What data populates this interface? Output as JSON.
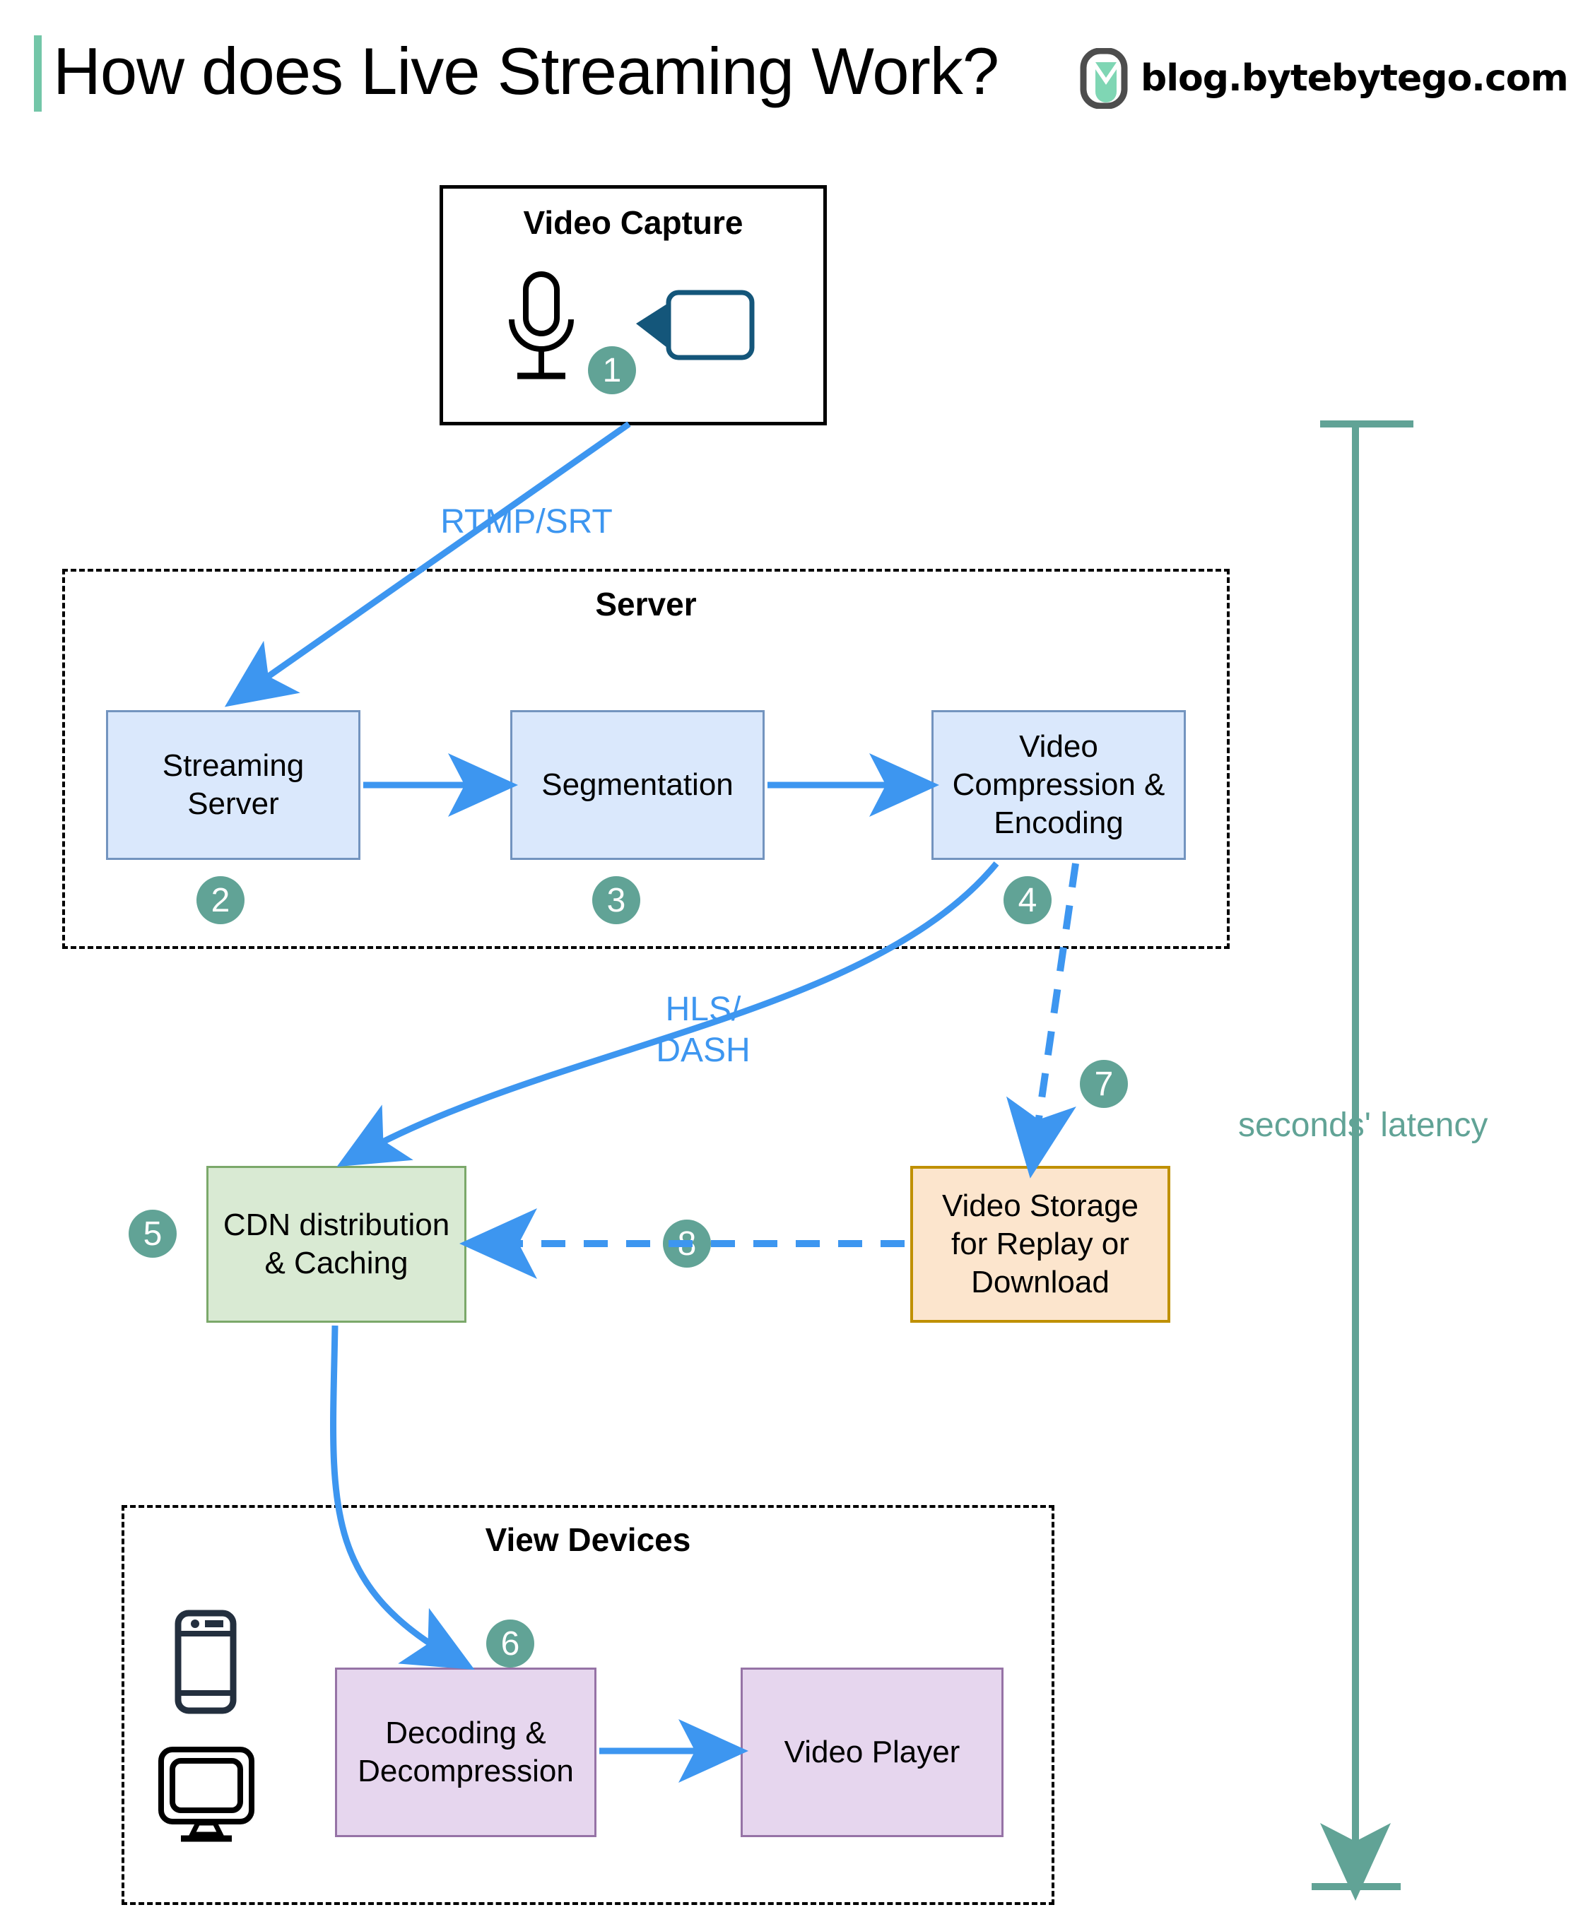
{
  "header": {
    "title": "How does Live Streaming Work?",
    "brand_text": "blog.bytebytego.com",
    "brand_logo_icon": "bytebytego-logo-icon",
    "accent_color": "#73c6a8"
  },
  "colors": {
    "step_badge": "#61a396",
    "arrow_blue": "#3d96f0",
    "blue_node_fill": "#dae8fc",
    "blue_node_border": "#7394bf",
    "green_node_fill": "#d9ead3",
    "green_node_border": "#7ba86a",
    "orange_node_fill": "#fce5cd",
    "orange_node_border": "#bf9000",
    "purple_node_fill": "#e6d6ee",
    "purple_node_border": "#9673a6",
    "latency_teal": "#61a396"
  },
  "capture_group": {
    "title": "Video Capture",
    "icons": [
      "microphone-icon",
      "video-camera-icon"
    ],
    "step": "1"
  },
  "server_group": {
    "title": "Server",
    "nodes": [
      {
        "label": "Streaming\nServer",
        "step": "2"
      },
      {
        "label": "Segmentation",
        "step": "3"
      },
      {
        "label": "Video\nCompression &\nEncoding",
        "step": "4"
      }
    ]
  },
  "distribution": {
    "cdn": {
      "label": "CDN distribution\n& Caching",
      "step": "5"
    },
    "storage": {
      "label": "Video Storage\nfor Replay or\nDownload",
      "step": "7"
    },
    "storage_to_cdn_step": "8"
  },
  "view_devices_group": {
    "title": "View Devices",
    "icons": [
      "mobile-phone-icon",
      "desktop-monitor-icon"
    ],
    "nodes": [
      {
        "label": "Decoding &\nDecompression",
        "step": "6"
      },
      {
        "label": "Video Player",
        "step": ""
      }
    ]
  },
  "edge_labels": {
    "capture_to_server": "RTMP/SRT",
    "encoding_to_cdn": "HLS/\nDASH"
  },
  "latency": {
    "label": "seconds' latency"
  }
}
